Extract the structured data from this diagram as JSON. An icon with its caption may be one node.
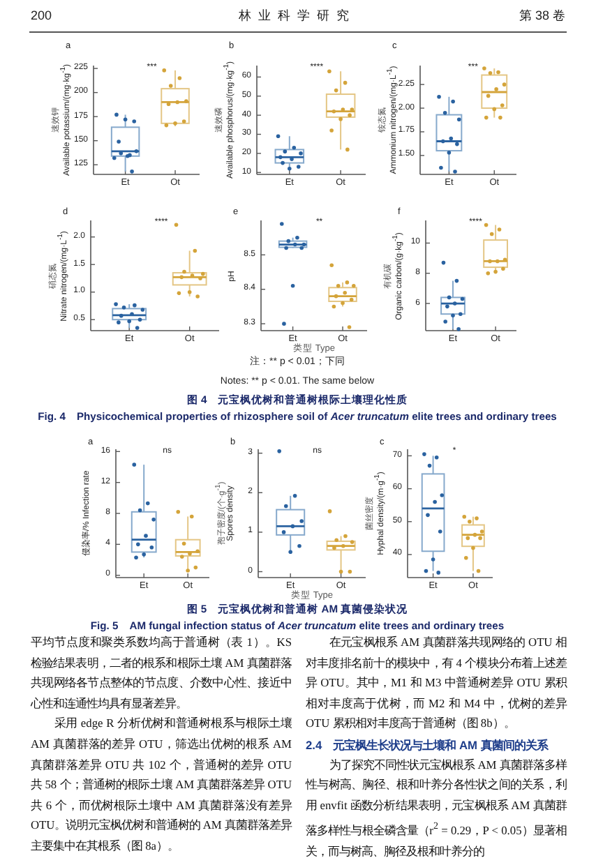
{
  "diagram": {
    "labels": [
      "200",
      "林业科学研究",
      "第 38 卷",
      "a",
      "***",
      "速效钾",
      "Available potassium/(mg·kg$^{-1}$)",
      "125",
      "150",
      "175",
      "200",
      "225",
      "Et",
      "Ot",
      "b",
      "****",
      "速效磷",
      "Available phosphorus/(mg·kg$^{-1}$)",
      "10",
      "20",
      "30",
      "40",
      "50",
      "60",
      "Et",
      "Ot",
      "c",
      "***",
      "铵态氮",
      "Ammonium nitrogen/(mg·L$^{-1}$)",
      "1.50",
      "1.75",
      "2.00",
      "2.25",
      "Et",
      "Ot",
      "d",
      "****",
      "硝态氮",
      "Nitrate nitrogen/(mg·L$^{-1}$)",
      "0.5",
      "1.0",
      "1.5",
      "2.0",
      "Et",
      "Ot",
      "e",
      "**",
      "pH",
      "8.3",
      "8.4",
      "8.5",
      "Et",
      "Ot",
      "类型 Type",
      "f",
      "****",
      "有机碳",
      "Organic carbon/(g·kg$^{-1}$)",
      "6",
      "8",
      "10",
      "Et",
      "Ot",
      "注：** p < 0.01；下同",
      "Notes: ** p < 0.01. The same below",
      "图 4　元宝枫优树和普通树根际土壤理化性质",
      "Fig. 4　Physicochemical properties of rhizosphere soil of *Acer truncatum* elite trees and ordinary trees",
      "a",
      "ns",
      "侵染率/% Infection rate",
      "0",
      "4",
      "8",
      "12",
      "16",
      "Et",
      "Ot",
      "b",
      "ns",
      "孢子密度/(个·g$^{-1}$)",
      "Spores density",
      "0",
      "1",
      "2",
      "3",
      "Et",
      "Ot",
      "类型 Type",
      "c",
      "*",
      "菌丝密度",
      "Hyphal density/(m·g$^{-1}$)",
      "40",
      "50",
      "60",
      "70",
      "Et",
      "Ot",
      "图 5　元宝枫优树和普通树 AM 真菌侵染状况",
      "Fig. 5　AM fungal infection status of *Acer truncatum* elite trees and ordinary trees",
      "平均节点度和聚类系数均高于普通树（表 1）。KS 检验结果表明，二者的根系和根际土壤 AM 真菌群落共现网络各节点整体的节点度、介数中心性、接近中心性和连通性均具有显著差异。",
      "采用 edge R 分析优树和普通树根系与根际土壤 AM 真菌群落的差异 OTU，筛选出优树的根系 AM 真菌群落差异 OTU 共 102 个，普通树的差异 OTU 共 58 个；普通树的根际土壤 AM 真菌群落差异 OTU 共 6 个，而优树根际土壤中 AM 真菌群落没有差异 OTU。说明元宝枫优树和普通树的 AM 真菌群落差异主要集中在其根系（图 8a）。",
      "在元宝枫根系 AM 真菌群落共现网络的 OTU 相对丰度排名前十的模块中，有 4 个模块分布着上述差异 OTU。其中，M1 和 M3 中普通树差异 OTU 累积相对丰度高于优树，而 M2 和 M4 中，优树的差异 OTU 累积相对丰度高于普通树（图 8b）。",
      "2.4　元宝枫生长状况与土壤和 AM 真菌间的关系",
      "为了探究不同性状元宝枫根系 AM 真菌群落多样性与树高、胸径、根和叶养分各性状之间的关系，利用 envfit 函数分析结果表明，元宝枫根系 AM 真菌群落多样性与根全磷含量（r$^{2}$ = 0.29，P < 0.05）显著相关，而与树高、胸径及根和叶养分的"
    ]
  }
}
